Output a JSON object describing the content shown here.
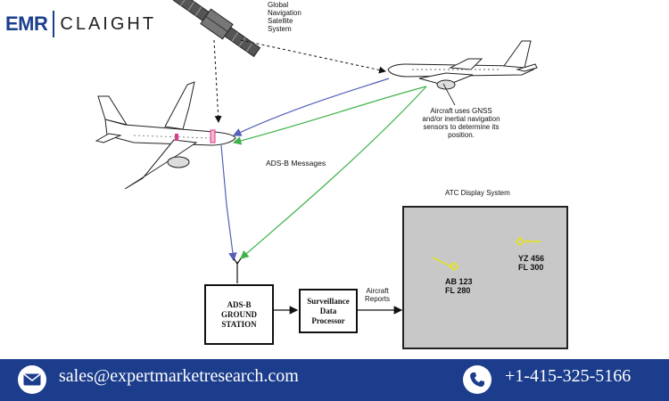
{
  "logo": {
    "part1": "EMR",
    "part2": "CLAIGHT"
  },
  "diagram": {
    "satellite_label": "Global\nNavigation\nSatellite\nSystem",
    "aircraft_note": "Aircraft uses GNSS\nand/or inertial navigation\nsensors to determine its\nposition.",
    "adsb_messages": "ADS-B Messages",
    "atc_title": "ATC Display System",
    "ground_station": "ADS-B\nGROUND\nSTATION",
    "processor": "Surveillance\nData\nProcessor",
    "aircraft_reports": "Aircraft\nReports",
    "target1": "AB 123\nFL 280",
    "target2": "YZ 456\nFL 300",
    "colors": {
      "downlink": "#5560b8",
      "broadcast": "#3fb34a",
      "atc_bg": "#c8c8c8",
      "target": "#e8e60c",
      "footer": "#1c3d8c"
    }
  },
  "footer": {
    "email": "sales@expertmarketresearch.com",
    "phone": "+1-415-325-5166",
    "email_icon": "mail-icon",
    "phone_icon": "phone-icon"
  }
}
